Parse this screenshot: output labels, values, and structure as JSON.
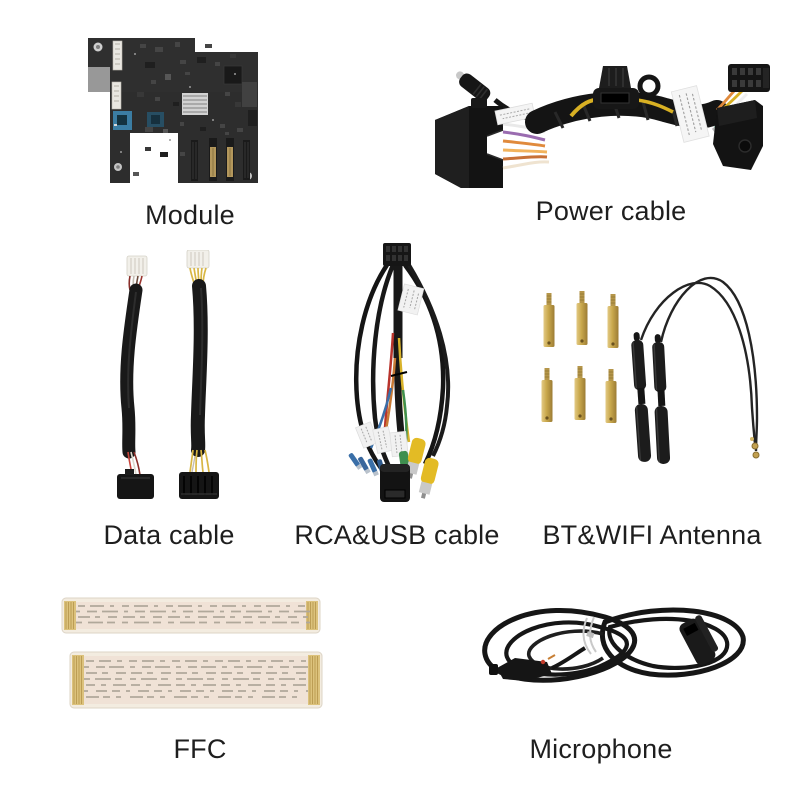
{
  "page": {
    "type": "product-parts-collage",
    "background": "#ffffff",
    "label_text_color": "#1e1e1e"
  },
  "items": [
    {
      "id": "module",
      "label": "Module"
    },
    {
      "id": "power-cable",
      "label": "Power cable"
    },
    {
      "id": "data-cable",
      "label": "Data cable"
    },
    {
      "id": "rca-usb-cable",
      "label": "RCA&USB cable"
    },
    {
      "id": "bt-wifi-antenna",
      "label": "BT&WIFI Antenna"
    },
    {
      "id": "ffc",
      "label": "FFC"
    },
    {
      "id": "microphone",
      "label": "Microphone"
    }
  ],
  "colors": {
    "pcb_dark": "#2d2d2d",
    "wire_orange": "#e08a3c",
    "wire_purple": "#9a6cb0",
    "wire_yellow": "#d8b643",
    "wire_blue": "#3a6fa8",
    "wire_green": "#3f8f4f",
    "rca_yellow": "#e3bb25",
    "brass_gold": "#c9a84c",
    "ffc_cream": "#f0e4d4",
    "connector_black": "#151515",
    "label_sticker_white": "#f4f4f4"
  }
}
